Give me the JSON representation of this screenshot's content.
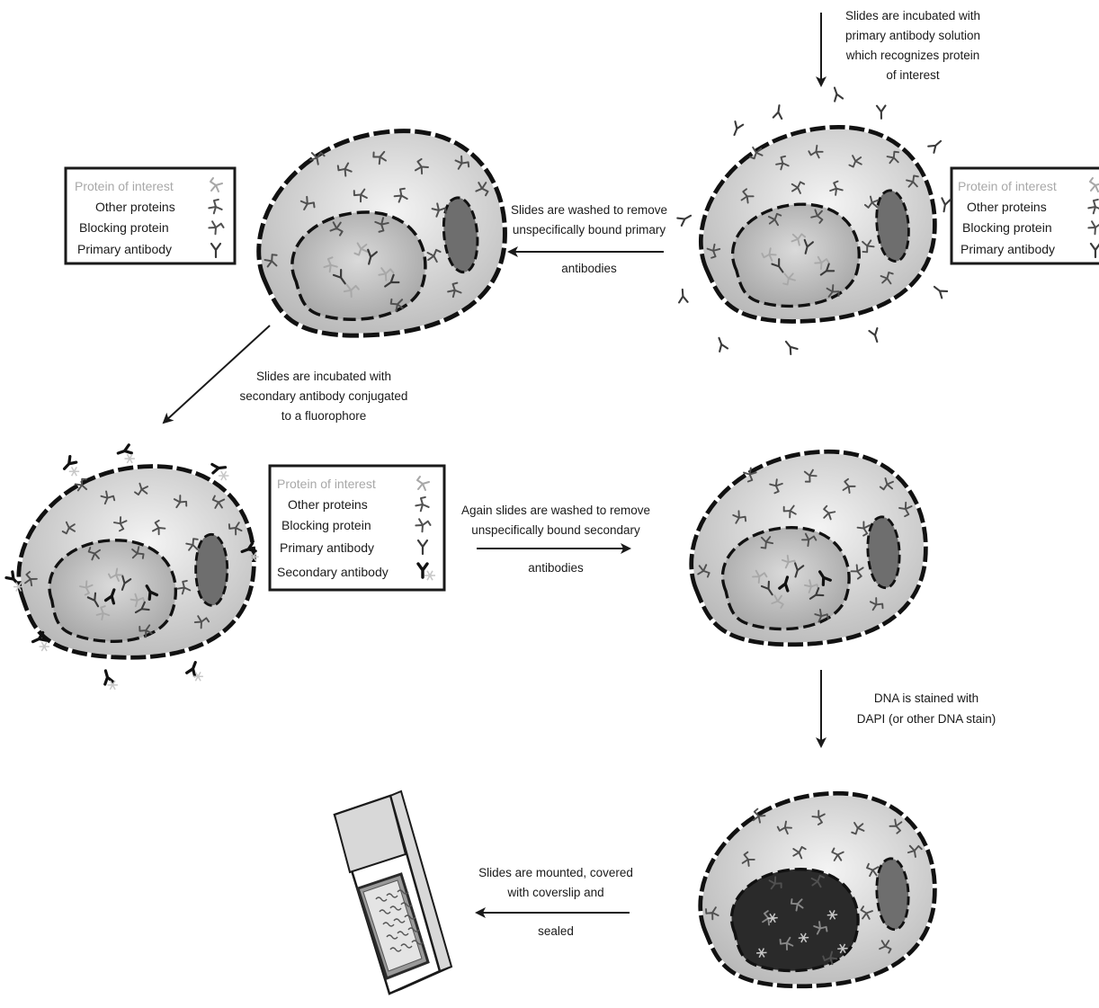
{
  "steps": {
    "primary_incubation": {
      "lines": [
        "Slides are incubated with",
        "primary antibody solution",
        "which recognizes protein",
        "of interest"
      ]
    },
    "wash_primary": {
      "lines": [
        "Slides are washed to remove",
        "unspecifically bound primary",
        "antibodies"
      ]
    },
    "secondary_incubation": {
      "lines": [
        "Slides are incubated with",
        "secondary antibody conjugated",
        "to a fluorophore"
      ]
    },
    "wash_secondary": {
      "lines": [
        "Again slides are washed to remove",
        "unspecifically bound  secondary",
        "antibodies"
      ]
    },
    "dna_stain": {
      "lines": [
        "DNA is stained with",
        "DAPI (or other DNA stain)"
      ]
    },
    "mount": {
      "lines": [
        "Slides are mounted, covered",
        "with coverslip and",
        "sealed"
      ]
    }
  },
  "legends": {
    "legend_1": {
      "items": [
        "Protein of interest",
        "Other proteins",
        "Blocking protein",
        "Primary antibody"
      ]
    },
    "legend_2": {
      "items": [
        "Protein of interest",
        "Other proteins",
        "Blocking protein",
        "Primary antibody"
      ]
    },
    "legend_3": {
      "items": [
        "Protein of interest",
        "Other proteins",
        "Blocking protein",
        "Primary antibody",
        "Secondary antibody"
      ]
    }
  },
  "colors": {
    "cell_fill_light": "#f2f2f2",
    "cell_fill_dark": "#b8b8b8",
    "nucleolus": "#6e6e6e",
    "nucleus_dapi": "#2a2a2a",
    "protein_of_interest": "#a8a8a8",
    "other_protein": "#505050",
    "antibody": "#3a3a3a",
    "fluorophore": "#c8c8c8"
  }
}
